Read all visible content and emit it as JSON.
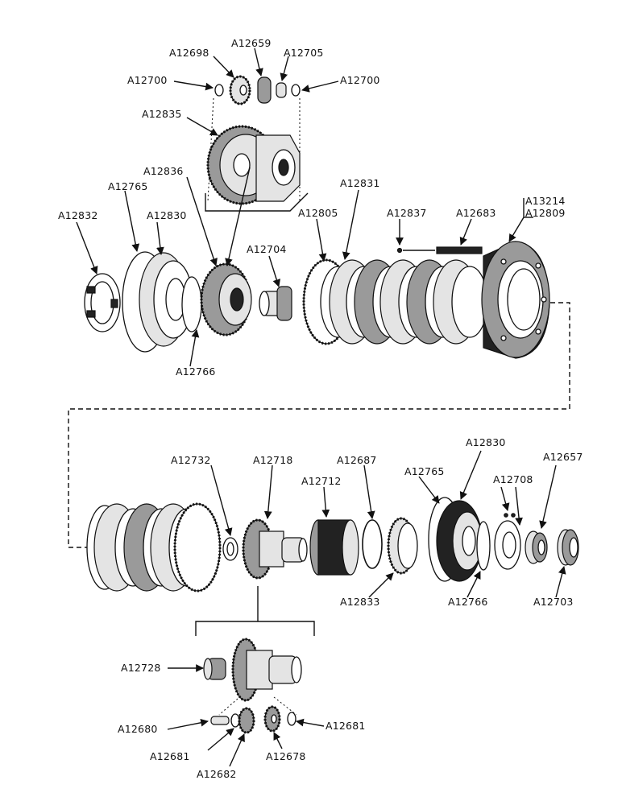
{
  "labels": {
    "A12698": "A12698",
    "A12659": "A12659",
    "A12705": "A12705",
    "A12700_left": "A12700",
    "A12700_right": "A12700",
    "A12835": "A12835",
    "A12836": "A12836",
    "A12765_top": "A12765",
    "A12831": "A12831",
    "A13214": "A13214",
    "A12809": "A12809",
    "A12837": "A12837",
    "A12683": "A12683",
    "A12832": "A12832",
    "A12830_top": "A12830",
    "A12805": "A12805",
    "A12704": "A12704",
    "A12766_top": "A12766",
    "A12732": "A12732",
    "A12718": "A12718",
    "A12687": "A12687",
    "A12830_bottom": "A12830",
    "A12765_bottom": "A12765",
    "A12712": "A12712",
    "A12708": "A12708",
    "A12657": "A12657",
    "A12833": "A12833",
    "A12766_bottom": "A12766",
    "A12703": "A12703",
    "A12728": "A12728",
    "A12680": "A12680",
    "A12681_left": "A12681",
    "A12681_right": "A12681",
    "A12678": "A12678",
    "A12682": "A12682"
  }
}
